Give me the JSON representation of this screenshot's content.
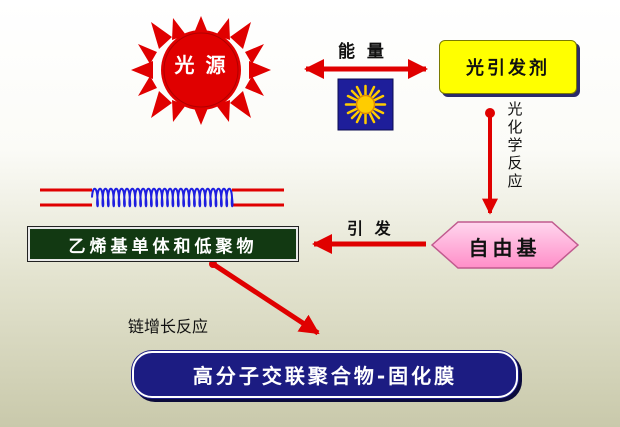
{
  "light_source": {
    "label": "光 源"
  },
  "energy": {
    "label": "能 量"
  },
  "photoinitiator": {
    "label": "光引发剂"
  },
  "photochemical_reaction": {
    "label": "光化学反应"
  },
  "initiation": {
    "label": "引 发"
  },
  "free_radical": {
    "label": "自由基"
  },
  "monomer": {
    "label": "乙烯基单体和低聚物"
  },
  "chain_growth": {
    "label": "链增长反应"
  },
  "product": {
    "label": "高分子交联聚合物-固化膜"
  },
  "colors": {
    "arrow": "#e00000",
    "sun": "#e00000",
    "photoinitiator_bg": "#ffff00",
    "monomer_bg": "#123912",
    "product_bg": "#1c1c82",
    "radical_bg": "#ff99cc"
  }
}
